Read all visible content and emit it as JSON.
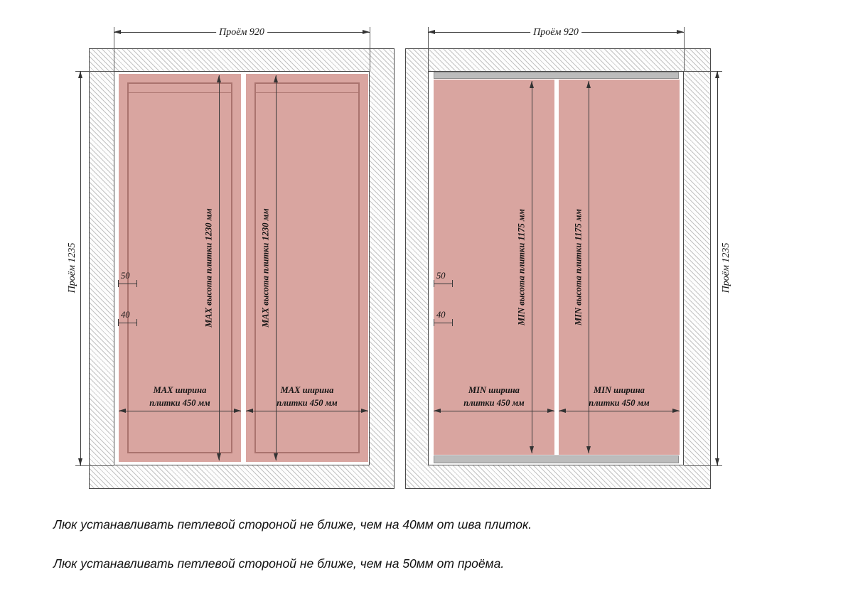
{
  "colors": {
    "tile_pink": "#d9a5a0",
    "tile_frame_outline": "#aa736e",
    "hatch_line": "#c2c2c2",
    "profile_gray": "#bcbcbc",
    "dim_line": "#3a3a3a"
  },
  "diagrams": {
    "left": {
      "opening_width": "Проём 920",
      "opening_height": "Проём 1235",
      "tile_height": "MAX высота плитки 1230 мм",
      "tile_width_line1": "MAX ширина",
      "tile_width_line2": "плитки 450 мм",
      "offset_from_opening": "50",
      "offset_from_seam": "40"
    },
    "right": {
      "opening_width": "Проём 920",
      "opening_height": "Проём 1235",
      "tile_height": "MIN высота плитки 1175 мм",
      "tile_width_line1": "MIN ширина",
      "tile_width_line2": "плитки 450 мм",
      "offset_from_opening": "50",
      "offset_from_seam": "40"
    }
  },
  "notes": [
    "Люк устанавливать петлевой стороной не ближе, чем на 40мм от шва плиток.",
    "Люк устанавливать петлевой стороной не ближе, чем на 50мм от проёма."
  ]
}
